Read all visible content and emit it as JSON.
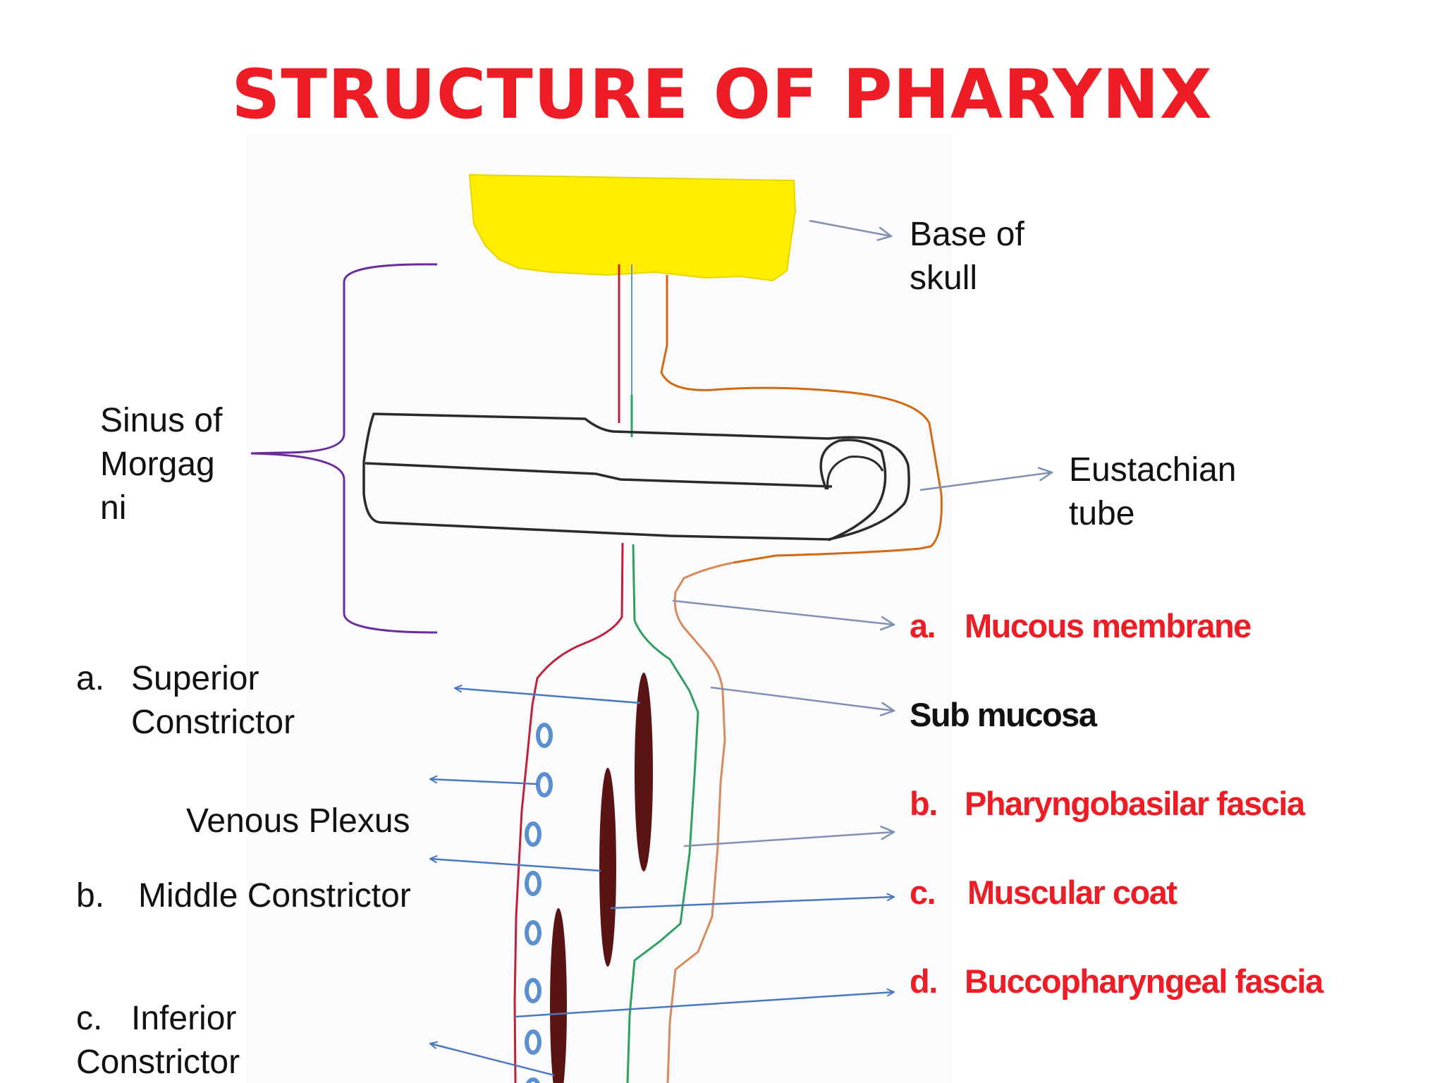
{
  "title": "STRUCTURE OF PHARYNX",
  "labels": {
    "base_of_skull": [
      "Base of",
      "skull"
    ],
    "eustachian_tube": [
      "Eustachian",
      "tube"
    ],
    "sinus_of_morgagni": [
      "Sinus of",
      "Morgag",
      "ni"
    ],
    "superior_constrictor": {
      "marker": "a.",
      "lines": [
        "Superior",
        "Constrictor"
      ]
    },
    "venous_plexus": "Venous Plexus",
    "middle_constrictor": {
      "marker": "b.",
      "text": "Middle Constrictor"
    },
    "inferior_constrictor": {
      "marker": "c.",
      "lines": [
        "Inferior",
        "Constrictor"
      ]
    }
  },
  "layers": [
    {
      "marker": "a.",
      "text": "Mucous membrane"
    },
    {
      "marker": "",
      "text": "Sub mucosa"
    },
    {
      "marker": "b.",
      "text": "Pharyngobasilar fascia"
    },
    {
      "marker": "c.",
      "text": "Muscular coat"
    },
    {
      "marker": "d.",
      "text": "Buccopharyngeal fascia"
    }
  ],
  "colors": {
    "title": "#ee1c24",
    "skull": "#ffee00",
    "mucosa_line": "#d88a5a",
    "orange_line": "#d46a10",
    "green_line": "#2ea060",
    "red_line": "#c0203a",
    "muscle": "#5a1414",
    "plexus": "#5b8fd0",
    "arrow": "#4a78c0",
    "bracket": "#6a2c9a"
  }
}
